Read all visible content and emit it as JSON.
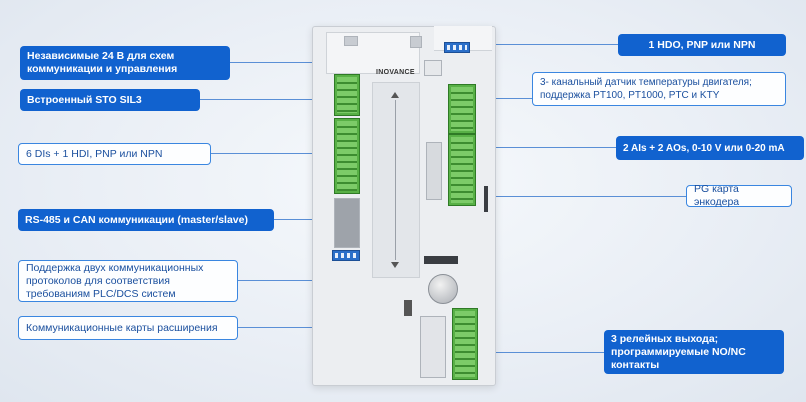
{
  "brand": "INOVANCE",
  "colors": {
    "accent": "#1162cf",
    "outline": "#3a86e0",
    "terminal_green": "#58b046",
    "connector_blue": "#2b6fc9"
  },
  "callouts_left": [
    {
      "id": "power",
      "text": "Независимые 24 В для схем\nкоммуникации и управления",
      "style": "filled"
    },
    {
      "id": "sto",
      "text": "Встроенный STO SIL3",
      "style": "filled"
    },
    {
      "id": "di",
      "text": "6 DIs + 1 HDI, PNP или NPN",
      "style": "outline"
    },
    {
      "id": "rs485",
      "text": "RS-485 и CAN коммуникации (master/slave)",
      "style": "filled"
    },
    {
      "id": "protocols",
      "text": "Поддержка двух коммуникационных\nпротоколов для соответствия\nтребованиям PLC/DCS систем",
      "style": "outline"
    },
    {
      "id": "extcards",
      "text": "Коммуникационные карты расширения",
      "style": "outline"
    }
  ],
  "callouts_right": [
    {
      "id": "hdo",
      "text": "1 HDO, PNP или NPN",
      "style": "filled"
    },
    {
      "id": "temp",
      "text": "3- канальный датчик температуры двигателя;\nподдержка PT100, PT1000, PTC и KTY",
      "style": "outline"
    },
    {
      "id": "analog",
      "text": "2 AIs + 2 AOs, 0-10 V или 0-20 mA",
      "style": "filled"
    },
    {
      "id": "pg",
      "text": "PG карта энкодера",
      "style": "outline"
    },
    {
      "id": "relay",
      "text": "3 релейных выхода;\nпрограммируемые NO/NC\nконтакты",
      "style": "filled"
    }
  ]
}
